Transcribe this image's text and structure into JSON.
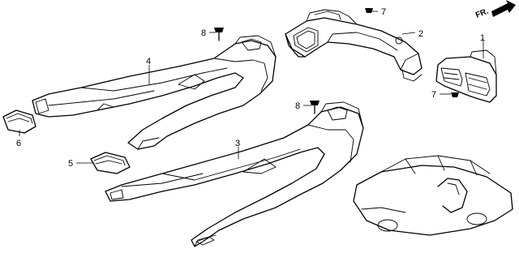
{
  "callouts": {
    "c1": "1",
    "c2": "2",
    "c3": "3",
    "c4": "4",
    "c5": "5",
    "c6": "6",
    "c7a": "7",
    "c7b": "7",
    "c8a": "8",
    "c8b": "8"
  },
  "direction_marker": "FR."
}
